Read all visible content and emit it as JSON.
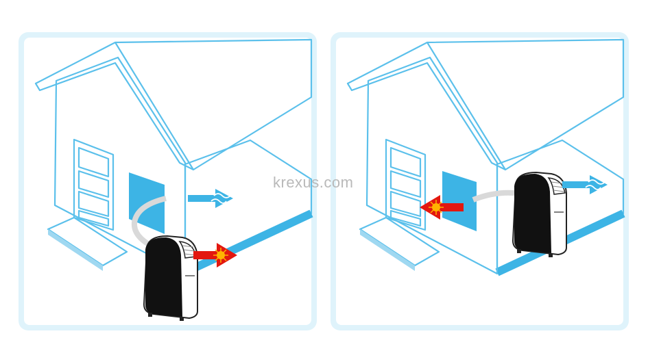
{
  "watermark": "krexus.com",
  "panels": [
    {
      "name": "exhaust-outside",
      "description_icons": [
        "house-icon",
        "window-vent-icon",
        "portable-ac-icon",
        "cold-air-arrow-icon",
        "hot-air-arrow-icon"
      ]
    },
    {
      "name": "exhaust-through-window",
      "description_icons": [
        "house-icon",
        "window-vent-icon",
        "portable-ac-icon",
        "cold-air-arrow-icon",
        "hot-air-arrow-icon"
      ]
    }
  ],
  "colors": {
    "frame": "#dff3fb",
    "line": "#5bc0eb",
    "accent": "#3db4e5",
    "hot": "#e3170f",
    "sun": "#ffb400",
    "hose": "#d9d9d9"
  }
}
